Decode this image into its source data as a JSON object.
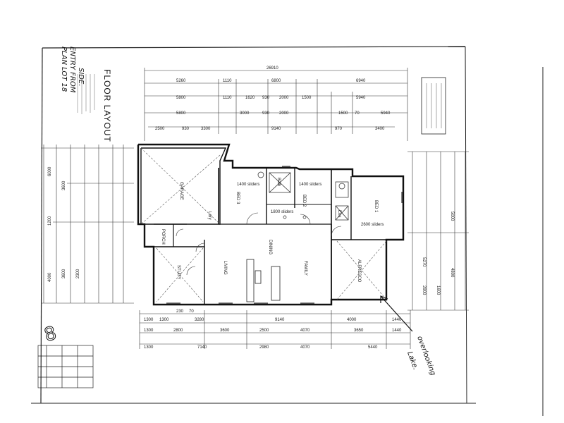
{
  "title": "FLOOR LAYOUT",
  "handwritten_note": [
    "PLAN LOT 18",
    "ENTRY FROM",
    "SIDE."
  ],
  "page_mark": "8",
  "note_arrow": [
    "overlooking",
    "Lake."
  ],
  "rooms": {
    "garage": "GARAGE",
    "bed3": "BED 3",
    "bed2": "BED 2",
    "bed1": "BED 1",
    "living": "LIVING",
    "family": "FAMILY",
    "alfresco": "ALFRESCO",
    "dining": "DINING",
    "porch": "PORCH",
    "laundry": "Ldry",
    "bath": "Bath",
    "ens": "Ens",
    "study": "STUDY"
  },
  "dims": {
    "top_total": "26910",
    "top_row1": [
      "5260",
      "1110",
      "6800",
      "6940"
    ],
    "top_row2": [
      "5800",
      "1110",
      "1620",
      "930",
      "2000",
      "1500",
      "5940"
    ],
    "top_row3": [
      "5800",
      "3000",
      "930",
      "2000",
      "1500",
      "70",
      "5940"
    ],
    "top_row4": [
      "2500",
      "930",
      "3300",
      "9140",
      "970",
      "3400"
    ],
    "bottom_row1": [
      "1300",
      "1300",
      "230",
      "70",
      "3280",
      "9140",
      "4000",
      "1440"
    ],
    "bottom_row2": [
      "1300",
      "2800",
      "3600",
      "2500",
      "4070",
      "3650",
      "1440"
    ],
    "bottom_row3": [
      "1300",
      "7140",
      "2980",
      "4070",
      "5440"
    ],
    "left_col": [
      "6000",
      "3600",
      "1200",
      "4000",
      "3600",
      "2300"
    ],
    "right_col": [
      "5000",
      "5270",
      "4800",
      "2900",
      "1600"
    ],
    "notes": [
      "1400 sliders",
      "1400 sliders",
      "1800 sliders",
      "2600 sliders"
    ]
  }
}
